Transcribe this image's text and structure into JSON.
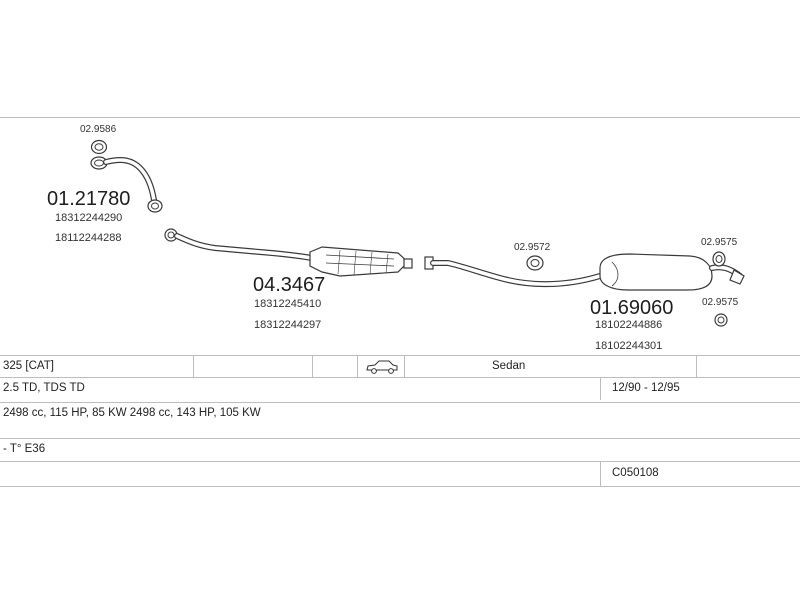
{
  "parts": [
    {
      "id": "front-pipe",
      "number": "01.21780",
      "oem": [
        "18312244290",
        "18112244288"
      ]
    },
    {
      "id": "gasket-front",
      "number": "02.9586"
    },
    {
      "id": "catalytic-converter",
      "number": "04.3467",
      "oem": [
        "18312245410",
        "18312244297"
      ]
    },
    {
      "id": "hanger-mid",
      "number": "02.9572"
    },
    {
      "id": "rear-silencer",
      "number": "01.69060",
      "oem": [
        "18102244886",
        "18102244301"
      ]
    },
    {
      "id": "hanger-rear-top",
      "number": "02.9575"
    },
    {
      "id": "hanger-rear-bottom",
      "number": "02.9575"
    }
  ],
  "spec_table": {
    "model": "325  [CAT]",
    "body_type": "Sedan",
    "body_icon": "sedan-car-icon",
    "engine": "2.5 TD, TDS TD",
    "years": "12/90 - 12/95",
    "power": "2498 cc, 115 HP, 85 KW 2498 cc, 143 HP, 105 KW",
    "chassis": "- T° E36",
    "code": "C050108"
  },
  "colors": {
    "line": "#3a3a3a",
    "rule": "#bdbdbd",
    "text": "#222222"
  }
}
